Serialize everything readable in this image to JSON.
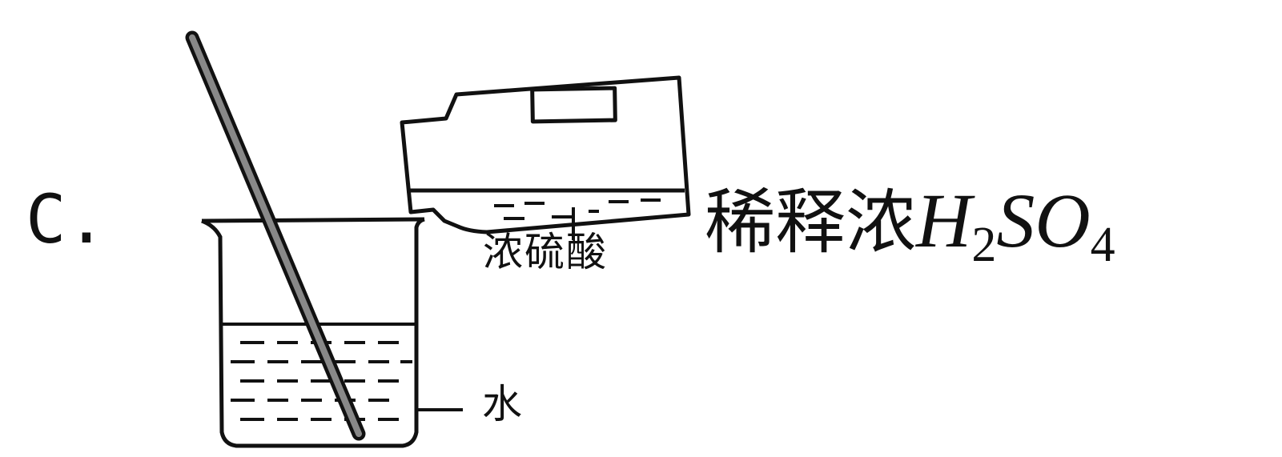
{
  "option": {
    "letter": "C."
  },
  "labels": {
    "acid": "浓硫酸",
    "water": "水"
  },
  "caption": {
    "text": "稀释浓",
    "formula": {
      "h": "H",
      "h_sub": "2",
      "so": "SO",
      "o_sub": "4"
    }
  }
}
